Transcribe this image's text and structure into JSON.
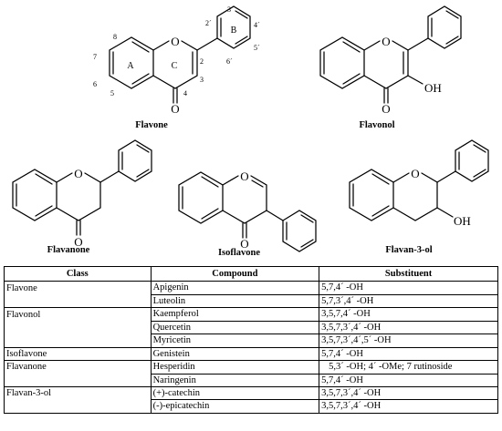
{
  "structures": {
    "flavone": {
      "name": "Flavone",
      "ring_a": "A",
      "ring_b": "B",
      "ring_c": "C",
      "positions": [
        "2",
        "3",
        "4",
        "5",
        "6",
        "7",
        "8",
        "2´",
        "3´",
        "4´",
        "5´",
        "6´"
      ]
    },
    "flavonol": {
      "name": "Flavonol",
      "oh": "OH"
    },
    "flavanone": {
      "name": "Flavanone"
    },
    "isoflavone": {
      "name": "Isoflavone"
    },
    "flavan3ol": {
      "name": "Flavan-3-ol",
      "oh": "OH"
    },
    "atoms": {
      "oxygen": "O"
    }
  },
  "table": {
    "headers": {
      "class": "Class",
      "compound": "Compound",
      "substituent": "Substituent"
    },
    "rows": [
      {
        "class": "Flavone",
        "compound": "Apigenin",
        "substituent": "5,7,4´ -OH"
      },
      {
        "class": "",
        "compound": "Luteolin",
        "substituent": "5,7,3´,4´ -OH"
      },
      {
        "class": "Flavonol",
        "compound": "Kaempferol",
        "substituent": "3,5,7,4´ -OH"
      },
      {
        "class": "",
        "compound": "Quercetin",
        "substituent": "3,5,7,3´,4´ -OH"
      },
      {
        "class": "",
        "compound": "Myricetin",
        "substituent": "3,5,7,3´,4´,5´ -OH"
      },
      {
        "class": "Isoflavone",
        "compound": "Genistein",
        "substituent": "5,7,4´ -OH"
      },
      {
        "class": "Flavanone",
        "compound": "Hesperidin",
        "substituent": "5,3´ -OH; 4´ -OMe; 7 rutinoside"
      },
      {
        "class": "",
        "compound": "Naringenin",
        "substituent": "5,7,4´ -OH"
      },
      {
        "class": "Flavan-3-ol",
        "compound": "(+)-catechin",
        "substituent": "3,5,7,3´,4´ -OH"
      },
      {
        "class": "",
        "compound": "(-)-epicatechin",
        "substituent": "3,5,7,3´,4´ -OH"
      }
    ]
  }
}
